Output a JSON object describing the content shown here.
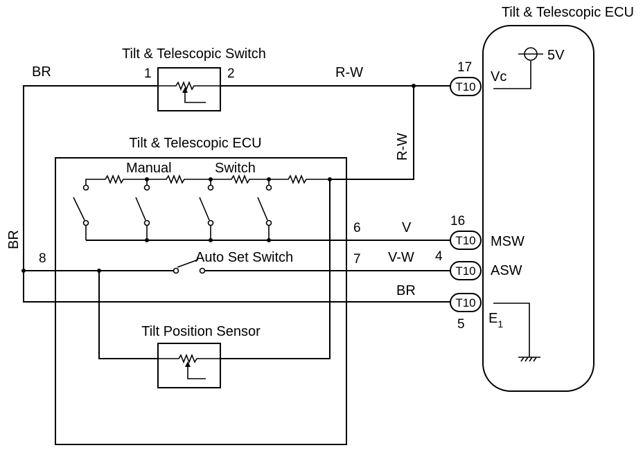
{
  "titles": {
    "switch": "Tilt & Telescopic Switch",
    "ecu_left": "Tilt & Telescopic ECU",
    "ecu_right": "Tilt & Telescopic ECU",
    "manual": "Manual",
    "switch_word": "Switch",
    "auto_set": "Auto Set Switch",
    "tilt_sensor": "Tilt Position Sensor"
  },
  "wires": {
    "br_top": "BR",
    "br_left": "BR",
    "rw_top": "R-W",
    "rw_vertical": "R-W",
    "v": "V",
    "vw": "V-W",
    "br_bottom": "BR"
  },
  "pins": {
    "sw1": "1",
    "sw2": "2",
    "p8": "8",
    "p6": "6",
    "p7": "7",
    "p17": "17",
    "p16": "16",
    "p4": "4",
    "p5": "5"
  },
  "connectors": {
    "c17": "T10",
    "c16": "T10",
    "c4": "T10",
    "c5": "T10"
  },
  "terminals": {
    "vc": "Vc",
    "msw": "MSW",
    "asw": "ASW",
    "e1_main": "E",
    "e1_sub": "1",
    "supply": "5V"
  }
}
